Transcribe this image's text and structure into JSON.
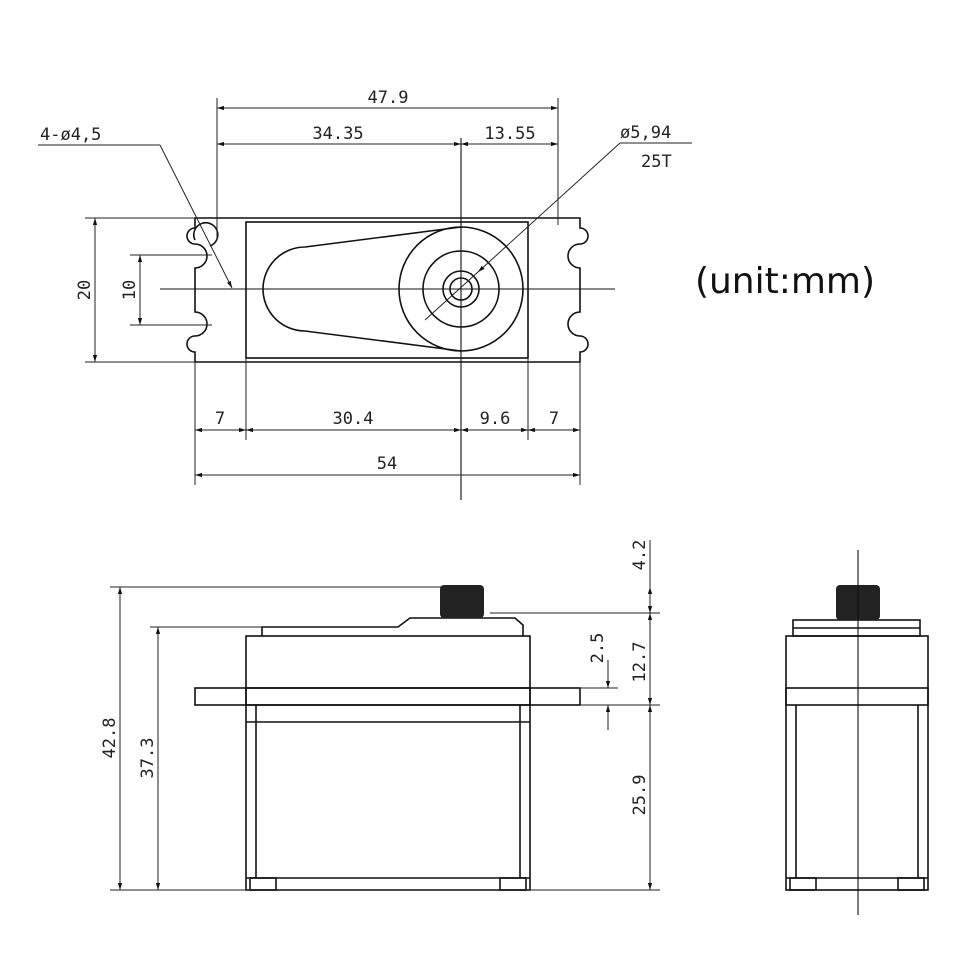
{
  "unit_label": "(unit:mm)",
  "top_view": {
    "overall_hole_span": "47.9",
    "hole_to_shaft": "34.35",
    "shaft_to_hole": "13.55",
    "mount_holes": "4-ø4,5",
    "spline_diameter": "ø5,94",
    "spline_teeth": "25T",
    "width": "20",
    "hole_pitch": "10",
    "left_ear": "7",
    "body_to_shaft": "30.4",
    "shaft_to_body": "9.6",
    "right_ear": "7",
    "overall_length": "54"
  },
  "side_view": {
    "overall_height": "42.8",
    "body_height": "37.3",
    "spline_height": "4.2",
    "flange_thickness": "2.5",
    "top_to_flange": "12.7",
    "flange_to_bottom": "25.9"
  }
}
